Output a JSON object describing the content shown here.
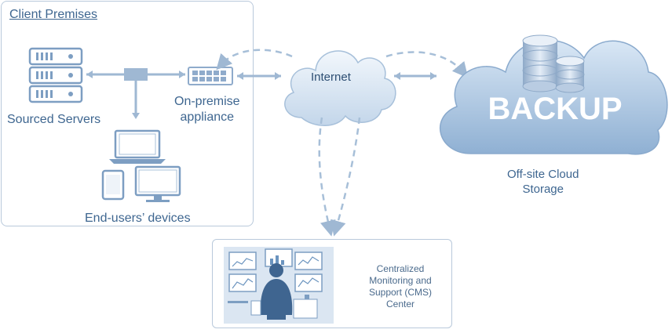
{
  "colors": {
    "primary": "#6b94bf",
    "light": "#cfdeee",
    "lightest": "#e8f0f8",
    "text": "#3e6690",
    "cloud": "#b8cfe7",
    "dark": "#355a82"
  },
  "client": {
    "title": "Client Premises",
    "servers_label": "Sourced Servers",
    "appliance_label_line1": "On-premise",
    "appliance_label_line2": "appliance",
    "devices_label": "End-users’ devices"
  },
  "internet": {
    "label": "Internet"
  },
  "backup": {
    "cloud_text": "BACKUP",
    "label_line1": "Off-site Cloud",
    "label_line2": "Storage"
  },
  "cms": {
    "label_line1": "Centralized",
    "label_line2": "Monitoring and",
    "label_line3": "Support (CMS)",
    "label_line4": "Center"
  }
}
